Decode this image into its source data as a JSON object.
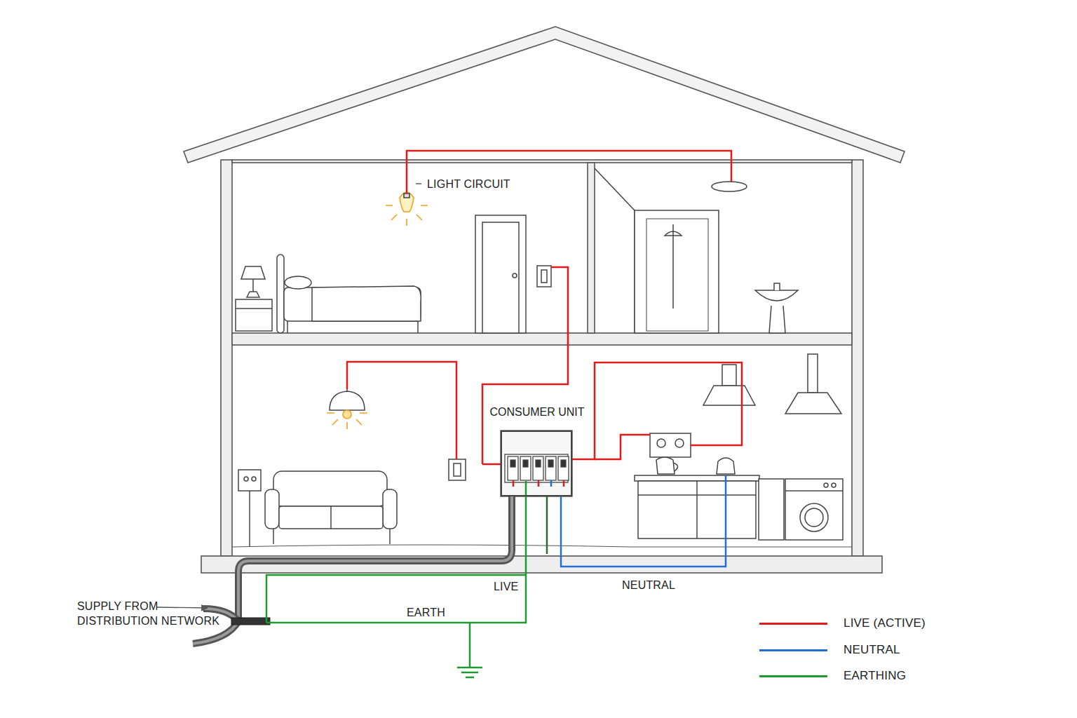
{
  "diagram": {
    "nodes": [
      {
        "text": [
          "CONSUMER UNIT"
        ]
      }
    ],
    "labels": [
      "LIGHT CIRCUIT",
      "LIVE",
      "NEUTRAL",
      "SUPPLY FROM DISTRIBUTION NETWORK",
      "EARTH"
    ],
    "legend": [
      {
        "text": "LIVE (ACTIVE)",
        "color": "#e01b1b"
      },
      {
        "text": "NEUTRAL",
        "color": "#1f6fd6"
      },
      {
        "text": "EARTHING",
        "color": "#1f9a2e"
      }
    ]
  }
}
